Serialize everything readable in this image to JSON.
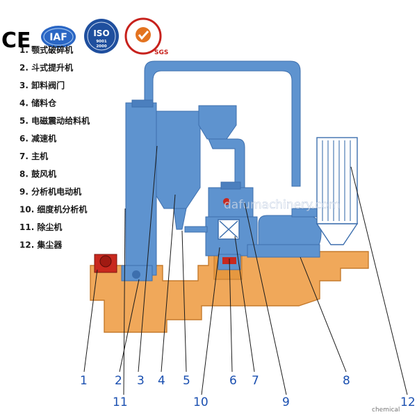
{
  "certifications": {
    "ce": "CE",
    "iaf": "IAF",
    "iso": "ISO",
    "iso_codes": "9001\n2000",
    "sgs": "SGS"
  },
  "legend": [
    "1. 颚式破碎机",
    "2. 斗式提升机",
    "3. 卸料阀门",
    "4. 储料仓",
    "5. 电磁震动给料机",
    "6. 减速机",
    "7. 主机",
    "8. 鼓风机",
    "9. 分析机电动机",
    "10. 细度机分析机",
    "11. 除尘机",
    "12. 集尘器"
  ],
  "callouts": [
    "1",
    "2",
    "3",
    "4",
    "5",
    "6",
    "7",
    "8",
    "9",
    "10",
    "11",
    "12"
  ],
  "watermark": "dafumachinery.com",
  "footer_watermark": "chemical",
  "colors": {
    "machine_blue": "#5e93cf",
    "machine_blue_dark": "#3d6fae",
    "foundation": "#f0a85a",
    "foundation_edge": "#c57a2c",
    "motor_red": "#c8281e",
    "callout_blue": "#1a4fb0"
  }
}
